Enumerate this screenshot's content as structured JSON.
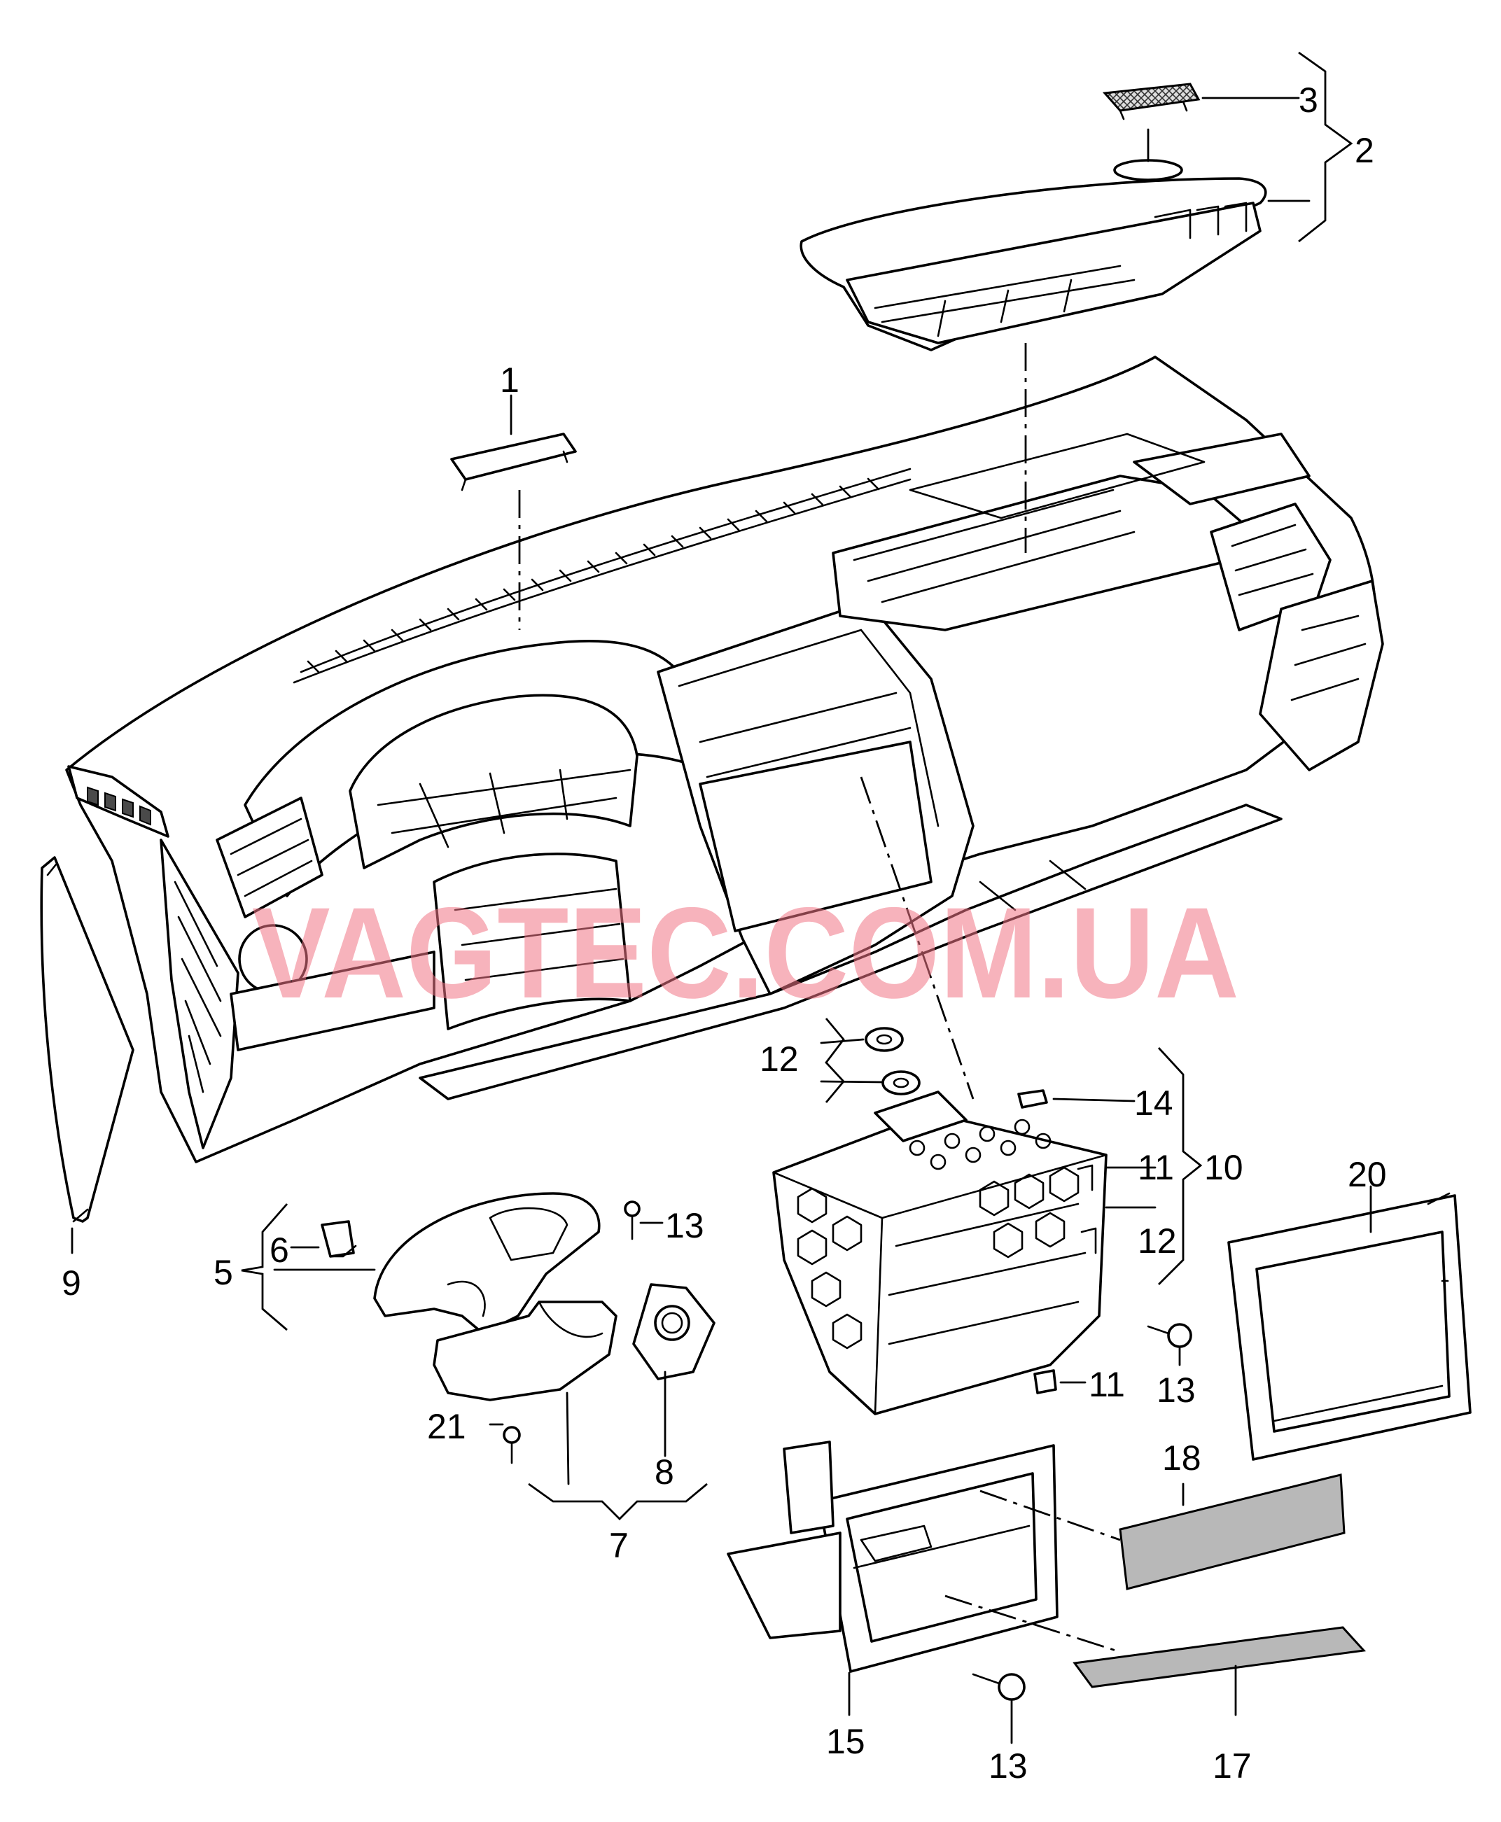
{
  "watermark": "VAGTEC.COM.UA",
  "callouts": {
    "c1": "1",
    "c2": "2",
    "c3": "3",
    "c5": "5",
    "c6": "6",
    "c7": "7",
    "c8": "8",
    "c9": "9",
    "c10": "10",
    "c11a": "11",
    "c11b": "11",
    "c12a": "12",
    "c12b": "12",
    "c13a": "13",
    "c13b": "13",
    "c13c": "13",
    "c14": "14",
    "c15": "15",
    "c17": "17",
    "c18": "18",
    "c20": "20",
    "c21": "21"
  },
  "colors": {
    "line": "#000000",
    "background": "#ffffff",
    "watermark": "#f07585"
  }
}
